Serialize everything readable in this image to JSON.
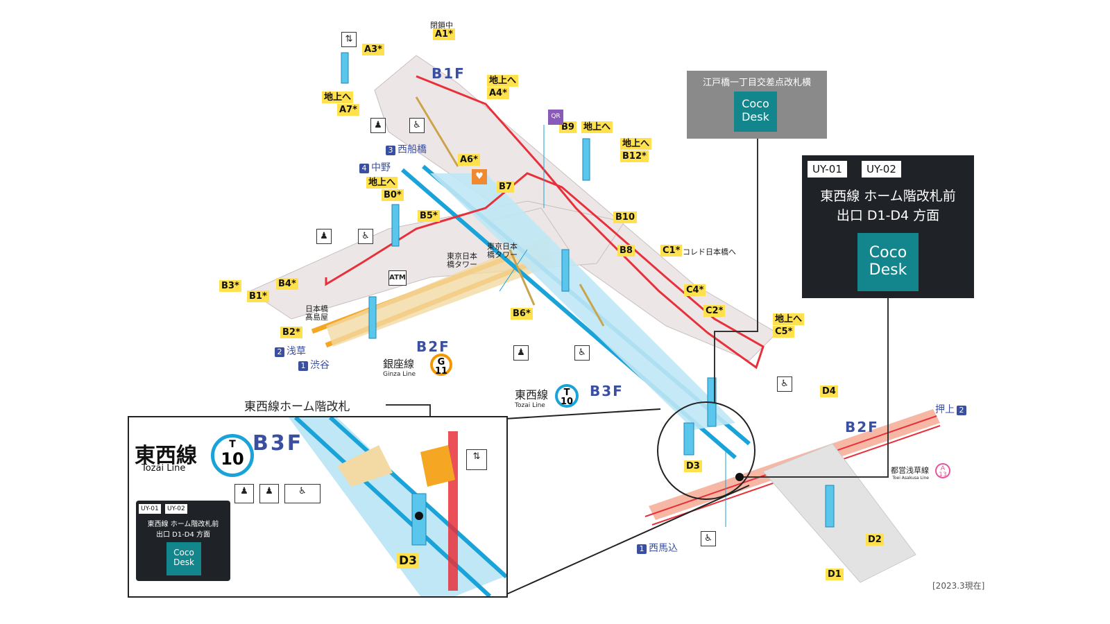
{
  "floors": {
    "b1f": "B1F",
    "b2f_left": "B2F",
    "b3f": "B3F",
    "b2f_right": "B2F"
  },
  "exits": {
    "a1": "A1*",
    "a1_note": "閉鎖中",
    "a3": "A3*",
    "a4": "A4*",
    "a4_up": "地上へ",
    "a7": "A7*",
    "a7_up": "地上へ",
    "a6": "A6*",
    "b0": "B0*",
    "b0_up": "地上へ",
    "b1": "B1*",
    "b2": "B2*",
    "b3": "B3*",
    "b4": "B4*",
    "b5": "B5*",
    "b6": "B6*",
    "b7": "B7",
    "b8": "B8",
    "b9": "B9",
    "b9_up": "地上へ",
    "b10": "B10",
    "b12": "B12*",
    "b12_up": "地上へ",
    "c1": "C1*",
    "c1_note": "コレド日本橋へ",
    "c2": "C2*",
    "c4": "C4*",
    "c5": "C5*",
    "c5_up": "地上へ",
    "d1": "D1",
    "d2": "D2",
    "d3": "D3",
    "d4": "D4"
  },
  "destinations": {
    "nishifunabashi": {
      "num": "3",
      "name": "西船橋"
    },
    "nakano": {
      "num": "4",
      "name": "中野"
    },
    "asakusa": {
      "num": "2",
      "name": "浅草"
    },
    "shibuya": {
      "num": "1",
      "name": "渋谷"
    },
    "oshiage": {
      "num": "2",
      "name": "押上"
    },
    "nishimagome": {
      "num": "1",
      "name": "西馬込"
    }
  },
  "places": {
    "tokyo_nihonbashi_tower_1": "東京日本橋タワー",
    "tokyo_nihonbashi_tower_2": "東京日本橋タワー",
    "takashimaya": "日本橋髙島屋",
    "atm": "ATM"
  },
  "lines": {
    "ginza": {
      "name": "銀座線",
      "en": "Ginza Line",
      "letter": "G",
      "num": "11",
      "color": "#f39700"
    },
    "tozai": {
      "name": "東西線",
      "en": "Tozai Line",
      "letter": "T",
      "num": "10",
      "color": "#1aa3d8"
    },
    "asakusa": {
      "name": "都営浅草線",
      "en": "Toei Asakusa Line",
      "letter": "A",
      "num": "13",
      "color": "#e85298"
    }
  },
  "gray_box": {
    "title": "江戸橋一丁目交差点改札横",
    "coco1": "Coco",
    "coco2": "Desk"
  },
  "dark_box": {
    "code1": "UY-01",
    "code2": "UY-02",
    "line1": "東西線 ホーム階改札前",
    "line2": "出口 D1-D4 方面",
    "coco1": "Coco",
    "coco2": "Desk"
  },
  "callout_label": "東西線ホーム階改札",
  "inset": {
    "line_name": "東西線",
    "line_en": "Tozai Line",
    "letter": "T",
    "num": "10",
    "floor": "B3F",
    "exit": "D3",
    "box": {
      "code1": "UY-01",
      "code2": "UY-02",
      "line1": "東西線 ホーム階改札前",
      "line2": "出口 D1-D4 方面",
      "coco1": "Coco",
      "coco2": "Desk"
    }
  },
  "footnote": "[2023.3現在]",
  "colors": {
    "red_route": "#e8303a",
    "tozai_blue": "#1aa3d8",
    "ginza_orange": "#f5a623",
    "asakusa_pink": "#f08a70",
    "coco_teal": "#12858d",
    "floor_text": "#3b4fa0",
    "exit_yellow": "#ffe14d"
  }
}
